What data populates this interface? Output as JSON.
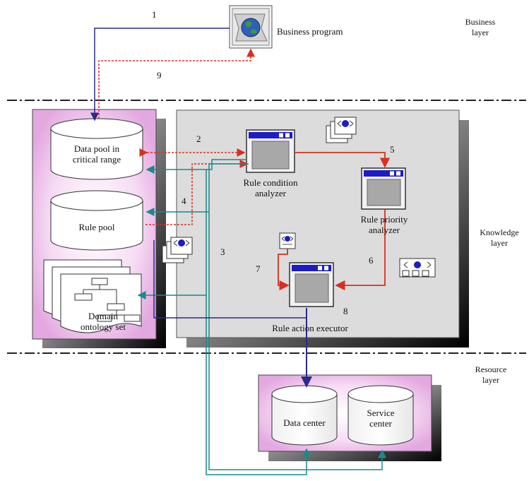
{
  "layers": {
    "business": [
      "Business",
      "layer"
    ],
    "knowledge": [
      "Knowledge",
      "layer"
    ],
    "resource": [
      "Resource",
      "layer"
    ]
  },
  "components": {
    "business_program": "Business program",
    "data_pool": [
      "Data pool in",
      "critical range"
    ],
    "rule_pool": "Rule pool",
    "domain_ontology": [
      "Domain",
      "ontology set"
    ],
    "rule_condition_analyzer": [
      "Rule condition",
      "analyzer"
    ],
    "rule_priority_analyzer": [
      "Rule priority",
      "analyzer"
    ],
    "rule_action_executor": "Rule action executor",
    "data_center": "Data center",
    "service_center": [
      "Service",
      "center"
    ]
  },
  "step_numbers": {
    "s1": "1",
    "s2": "2",
    "s3": "3",
    "s4": "4",
    "s5": "5",
    "s6": "6",
    "s7": "7",
    "s8": "8",
    "s9": "9"
  },
  "colors": {
    "flow_blue": "#2a2a8c",
    "flow_red": "#d83020",
    "flow_teal": "#1a8a8a",
    "panel_pink": "#f2c8f0",
    "panel_gray": "#dcdcdc",
    "window_title": "#1c1cc8"
  }
}
